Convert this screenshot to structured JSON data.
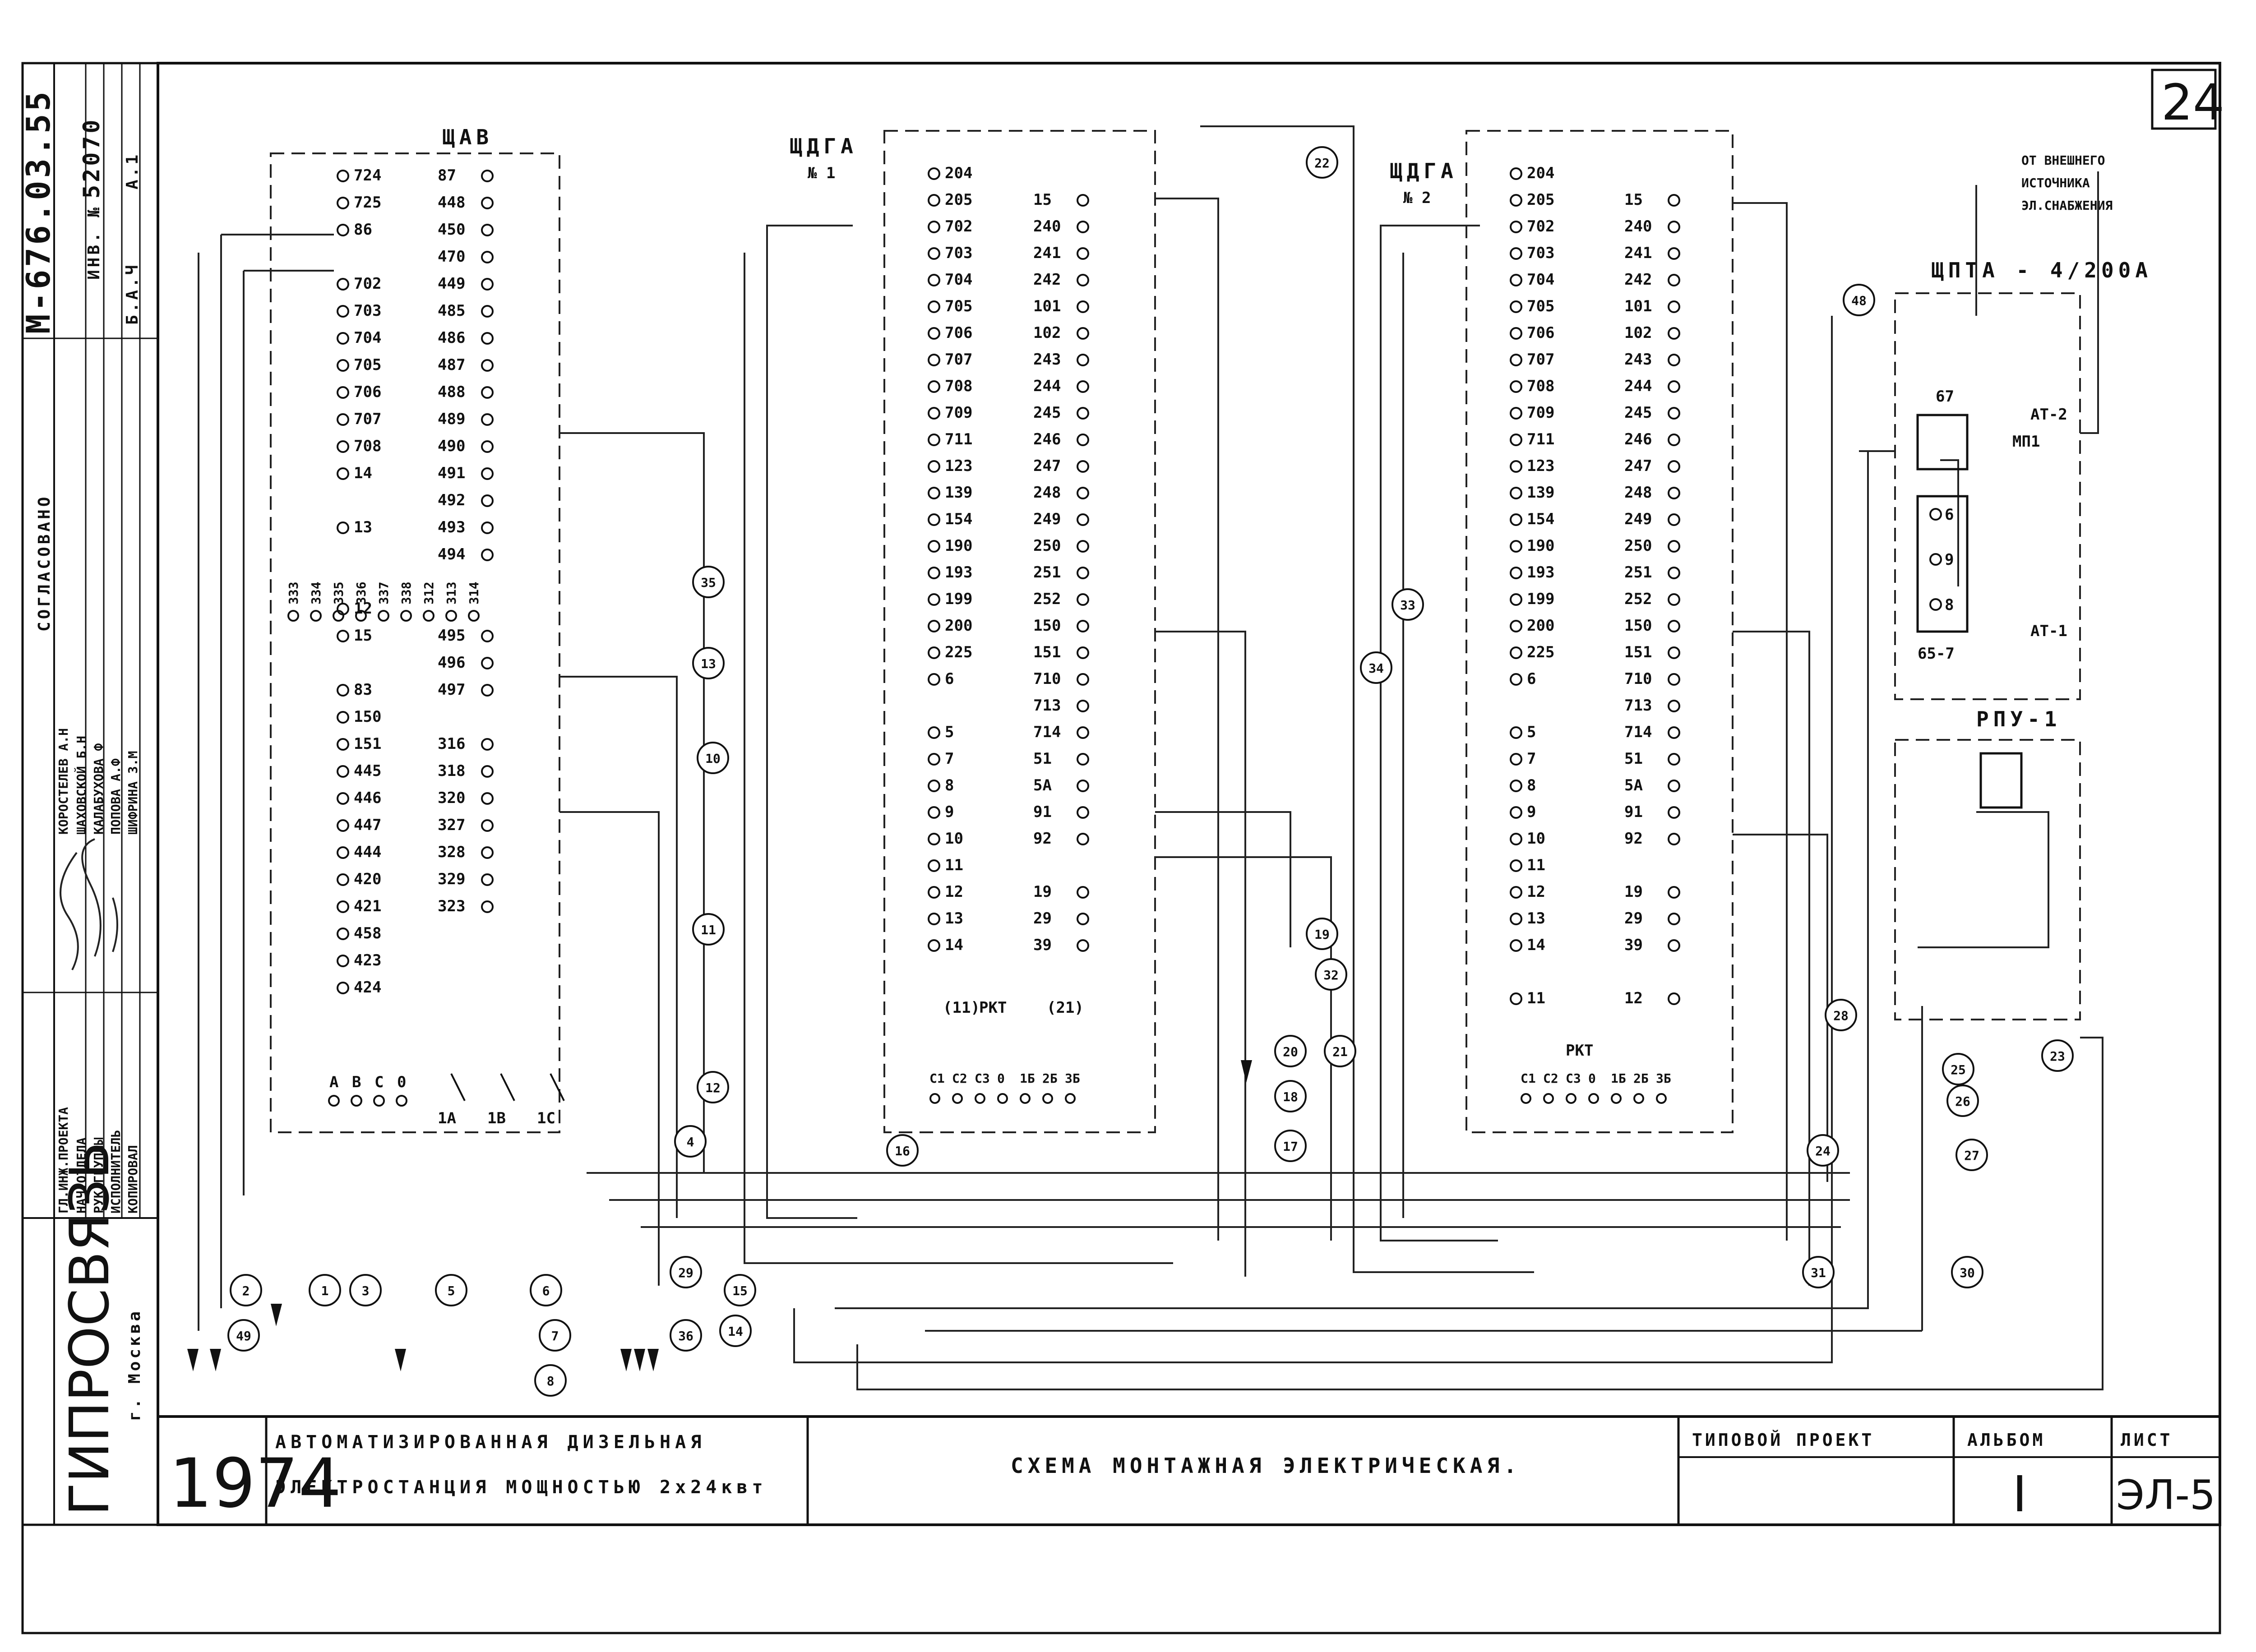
{
  "sheet_number": "24",
  "stamp": {
    "doc_code": "М-676.03.55",
    "inv_label": "ИНВ. №",
    "inv_number": "52070",
    "sheet_a": "А.1",
    "copy_mark": "Б.А.Ч",
    "agreed": "СОГЛАСОВАНО",
    "org": "ГИПРОСВЯЗЬ",
    "city": "г. Москва",
    "roles": [
      "ГЛ.ИНЖ.ПРОЕКТА",
      "НАЧ.ОТДЕЛА",
      "РУК.ГРУППЫ",
      "ИСПОЛНИТЕЛЬ",
      "КОПИРОВАЛ"
    ],
    "names": [
      "КОРОСТЕЛЕВ А.Н",
      "ШАХОВСКОЙ Б.Н",
      "КАЛАБУХОВА Ф",
      "ПОПОВА А.Ф",
      "ШИФРИНА З.М"
    ]
  },
  "title_block": {
    "year": "1974",
    "subject_line1": "АВТОМАТИЗИРОВАННАЯ  ДИЗЕЛЬНАЯ",
    "subject_line2": "ЭЛЕКТРОСТАНЦИЯ  МОЩНОСТЬЮ  2х24квт",
    "drawing_title": "СХЕМА  МОНТАЖНАЯ  ЭЛЕКТРИЧЕСКАЯ.",
    "project_label": "ТИПОВОЙ  ПРОЕКТ",
    "album_label": "АЛЬБОМ",
    "album_value": "I",
    "sheet_label": "ЛИСТ",
    "sheet_value": "ЭЛ-5"
  },
  "panels": {
    "shav": {
      "name": "ЩАВ",
      "left": [
        "724",
        "725",
        "86",
        "",
        "702",
        "703",
        "704",
        "705",
        "706",
        "707",
        "708",
        "14",
        "",
        "13",
        "",
        "",
        "12",
        "15",
        "",
        "83",
        "150",
        "151",
        "445",
        "446",
        "447",
        "444",
        "420",
        "421",
        "458",
        "423",
        "424"
      ],
      "right": [
        "87",
        "448",
        "450",
        "470",
        "449",
        "485",
        "486",
        "487",
        "488",
        "489",
        "490",
        "491",
        "492",
        "493",
        "494",
        "",
        "",
        "495",
        "496",
        "497",
        "",
        "316",
        "318",
        "320",
        "327",
        "328",
        "329",
        "323"
      ],
      "vertical_row": [
        "333",
        "334",
        "335",
        "336",
        "337",
        "338",
        "312",
        "313",
        "314"
      ],
      "phases": [
        "А",
        "В",
        "С",
        "0"
      ],
      "bottom": [
        "1А",
        "1В",
        "1С"
      ]
    },
    "shdga1": {
      "name": "ЩДГА",
      "num": "№ 1",
      "left": [
        "204",
        "205",
        "702",
        "703",
        "704",
        "705",
        "706",
        "707",
        "708",
        "709",
        "711",
        "123",
        "139",
        "154",
        "190",
        "193",
        "199",
        "200",
        "225",
        "6",
        "",
        "5",
        "7",
        "8",
        "9",
        "10",
        "11",
        "12",
        "13",
        "14"
      ],
      "right": [
        "",
        "15",
        "240",
        "241",
        "242",
        "101",
        "102",
        "243",
        "244",
        "245",
        "246",
        "247",
        "248",
        "249",
        "250",
        "251",
        "252",
        "150",
        "151",
        "710",
        "713",
        "714",
        "51",
        "5А",
        "91",
        "92",
        "",
        "19",
        "29",
        "39"
      ],
      "rkt": [
        "(11)",
        "РКТ",
        "(21)"
      ],
      "contacts": [
        "С1",
        "С2",
        "С3",
        "0",
        "1Б",
        "2Б",
        "3Б"
      ]
    },
    "shdga2": {
      "name": "ЩДГА",
      "num": "№ 2",
      "left": [
        "204",
        "205",
        "702",
        "703",
        "704",
        "705",
        "706",
        "707",
        "708",
        "709",
        "711",
        "123",
        "139",
        "154",
        "190",
        "193",
        "199",
        "200",
        "225",
        "6",
        "",
        "5",
        "7",
        "8",
        "9",
        "10",
        "11",
        "12",
        "13",
        "14",
        "",
        "11"
      ],
      "right": [
        "",
        "15",
        "240",
        "241",
        "242",
        "101",
        "102",
        "243",
        "244",
        "245",
        "246",
        "247",
        "248",
        "249",
        "250",
        "251",
        "252",
        "150",
        "151",
        "710",
        "713",
        "714",
        "51",
        "5А",
        "91",
        "92",
        "",
        "19",
        "29",
        "39",
        "",
        "12"
      ],
      "rkt": "РКТ",
      "contacts": [
        "С1",
        "С2",
        "С3",
        "0",
        "1Б",
        "2Б",
        "3Б"
      ]
    },
    "shpta": {
      "name": "ЩПТА - 4/200А",
      "ext_line1": "ОТ ВНЕШНЕГО",
      "ext_line2": "ИСТОЧНИКА",
      "ext_line3": "ЭЛ.СНАБЖЕНИЯ",
      "mp": "МП1",
      "mp_num": "67",
      "block": "65-7",
      "terms": [
        "6",
        "9",
        "8"
      ],
      "at2": "АТ-2",
      "at1": "АТ-1"
    },
    "rpu": {
      "name": "РПУ-1"
    }
  },
  "cables": [
    "1",
    "2",
    "3",
    "4",
    "5",
    "6",
    "7",
    "8",
    "10",
    "11",
    "12",
    "13",
    "14",
    "15",
    "16",
    "17",
    "18",
    "19",
    "20",
    "21",
    "22",
    "23",
    "24",
    "25",
    "26",
    "27",
    "28",
    "29",
    "30",
    "31",
    "32",
    "33",
    "34",
    "35",
    "36",
    "48",
    "49"
  ]
}
